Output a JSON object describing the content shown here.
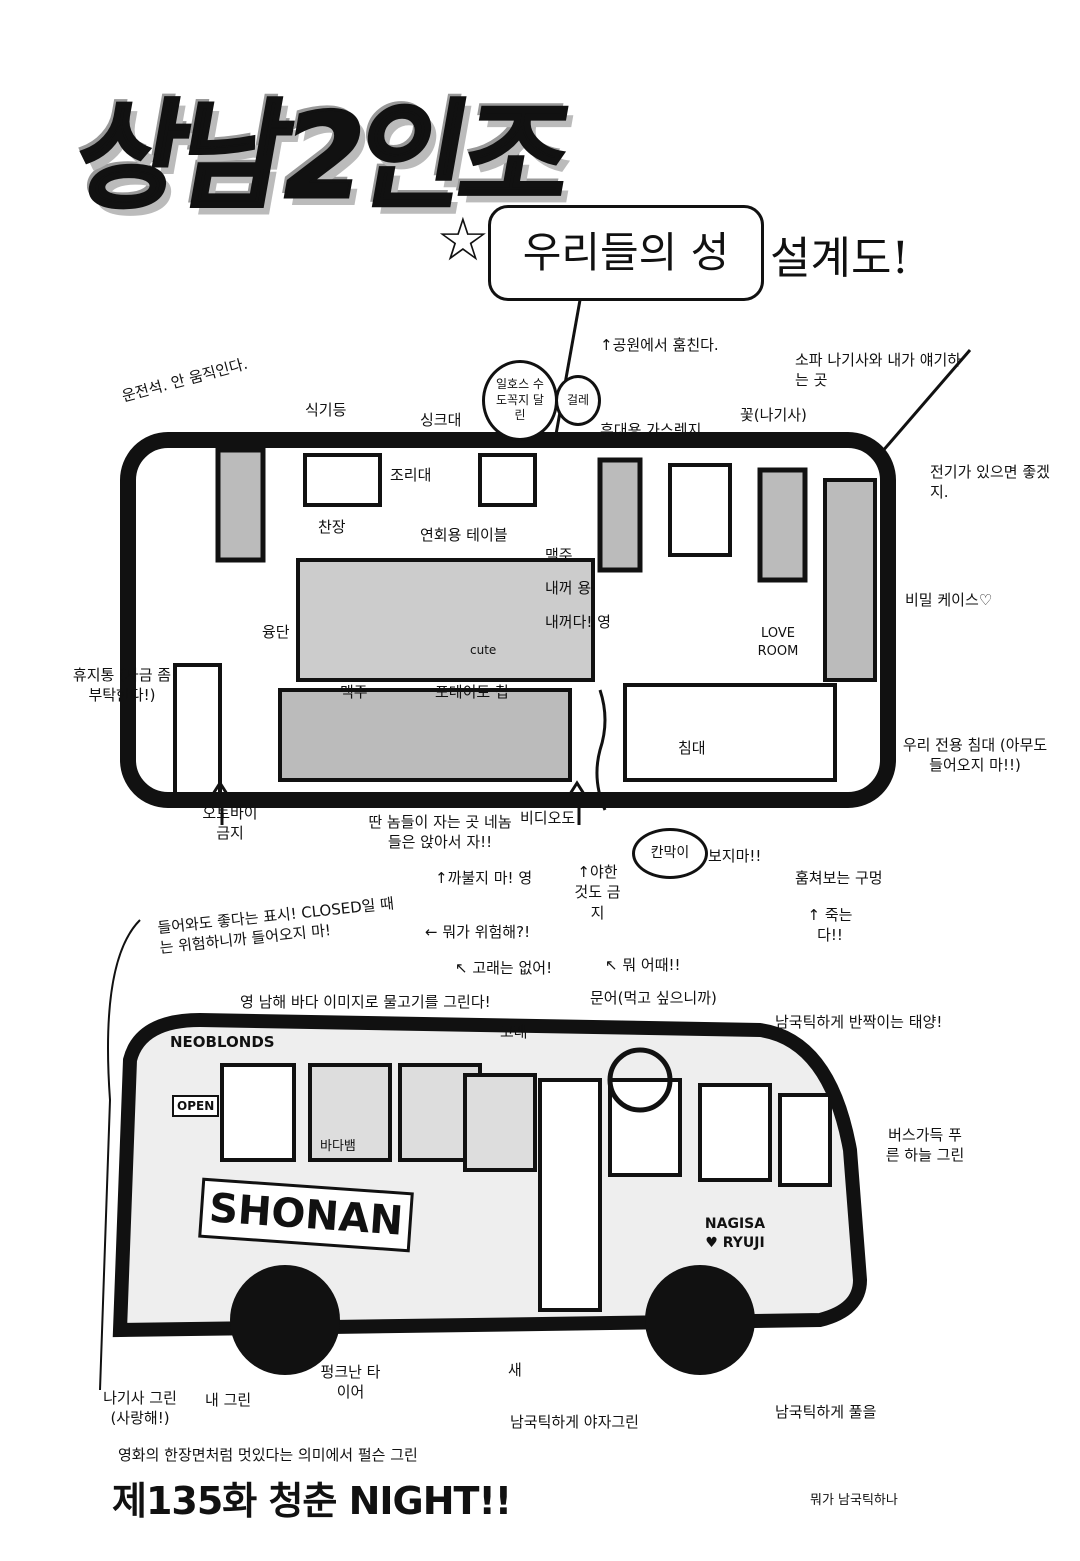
{
  "title": "상남2인조",
  "subtitle": {
    "bubble": "우리들의 성",
    "rest": "설계도!"
  },
  "chapter": "제135화 청춘 NIGHT!!",
  "footer_note": "뭐가 남국틱하나",
  "floorplan": {
    "park": "↑공원에서 훔친다.",
    "driver": "운전석. 안 움직인다.",
    "dish_rack": "식기등",
    "sink": "싱크대",
    "hose": "일호스 수도꼭지 달린",
    "rag": "걸레",
    "stove": "휴대용 가스렌지",
    "sofa": "소파 나기사와 내가 얘기하는 곳",
    "flower": "꽃(나기사)",
    "electric": "전기가 있으면 좋겠지.",
    "cupboard": "찬장",
    "counter": "조리대",
    "table": "연회용 테이블",
    "beer1": "맥주",
    "mine1": "내꺼 용",
    "mine2": "내꺼다! 영",
    "secret": "비밀 케이스♡",
    "rug": "융단",
    "trash": "휴지통 (자금 좀 부탁한다!)",
    "beer2": "맥주",
    "chips": "포테이토 칩",
    "bed": "침대",
    "our_bed": "우리 전용 침대 (아무도 들어오지 마!!)",
    "no_bike": "오토바이 금지",
    "others": "딴 놈들이 자는 곳 네놈들은 앉아서 자!!",
    "video": "비디오도",
    "partition": "칸막이",
    "no_look": "보지마!!",
    "peephole": "훔쳐보는 구멍",
    "dont_joke": "↑까불지 마! 영",
    "no_lewd": "↑야한 것도 금지",
    "die": "↑ 죽는다!!",
    "love_room": "LOVE ROOM",
    "cute": "cute"
  },
  "exterior": {
    "open_sign": "들어와도 좋다는 표시! CLOSED일 때는 위험하니까 들어오지 마!",
    "danger": "← 뭐가 위험해?!",
    "fish": "영 남해 바다 이미지로 물고기를 그린다!",
    "no_whale": "↖ 고래는 없어!",
    "so_what": "↖ 뭐 어때!!",
    "octopus": "문어(먹고 싶으니까)",
    "sun": "남국틱하게 반짝이는 태양!",
    "whale": "고래",
    "sky": "버스가득 푸른 하늘 그린",
    "sea_snake": "바다뱀",
    "neoblonds": "NEOBLONDS",
    "open": "OPEN",
    "shonan": "SHONAN",
    "nagisa_ryuji": "NAGISA ♥ RYUJI",
    "nagisa_drew": "나기사 그린 (사랑해!)",
    "i_drew": "내 그린",
    "flat_tire": "펑크난 타이어",
    "bird": "새",
    "palm": "남국틱하게 야자그린",
    "grass": "남국틱하게 풀을",
    "movie": "영화의 한장면처럼 멋있다는 의미에서 펄슨 그린"
  }
}
